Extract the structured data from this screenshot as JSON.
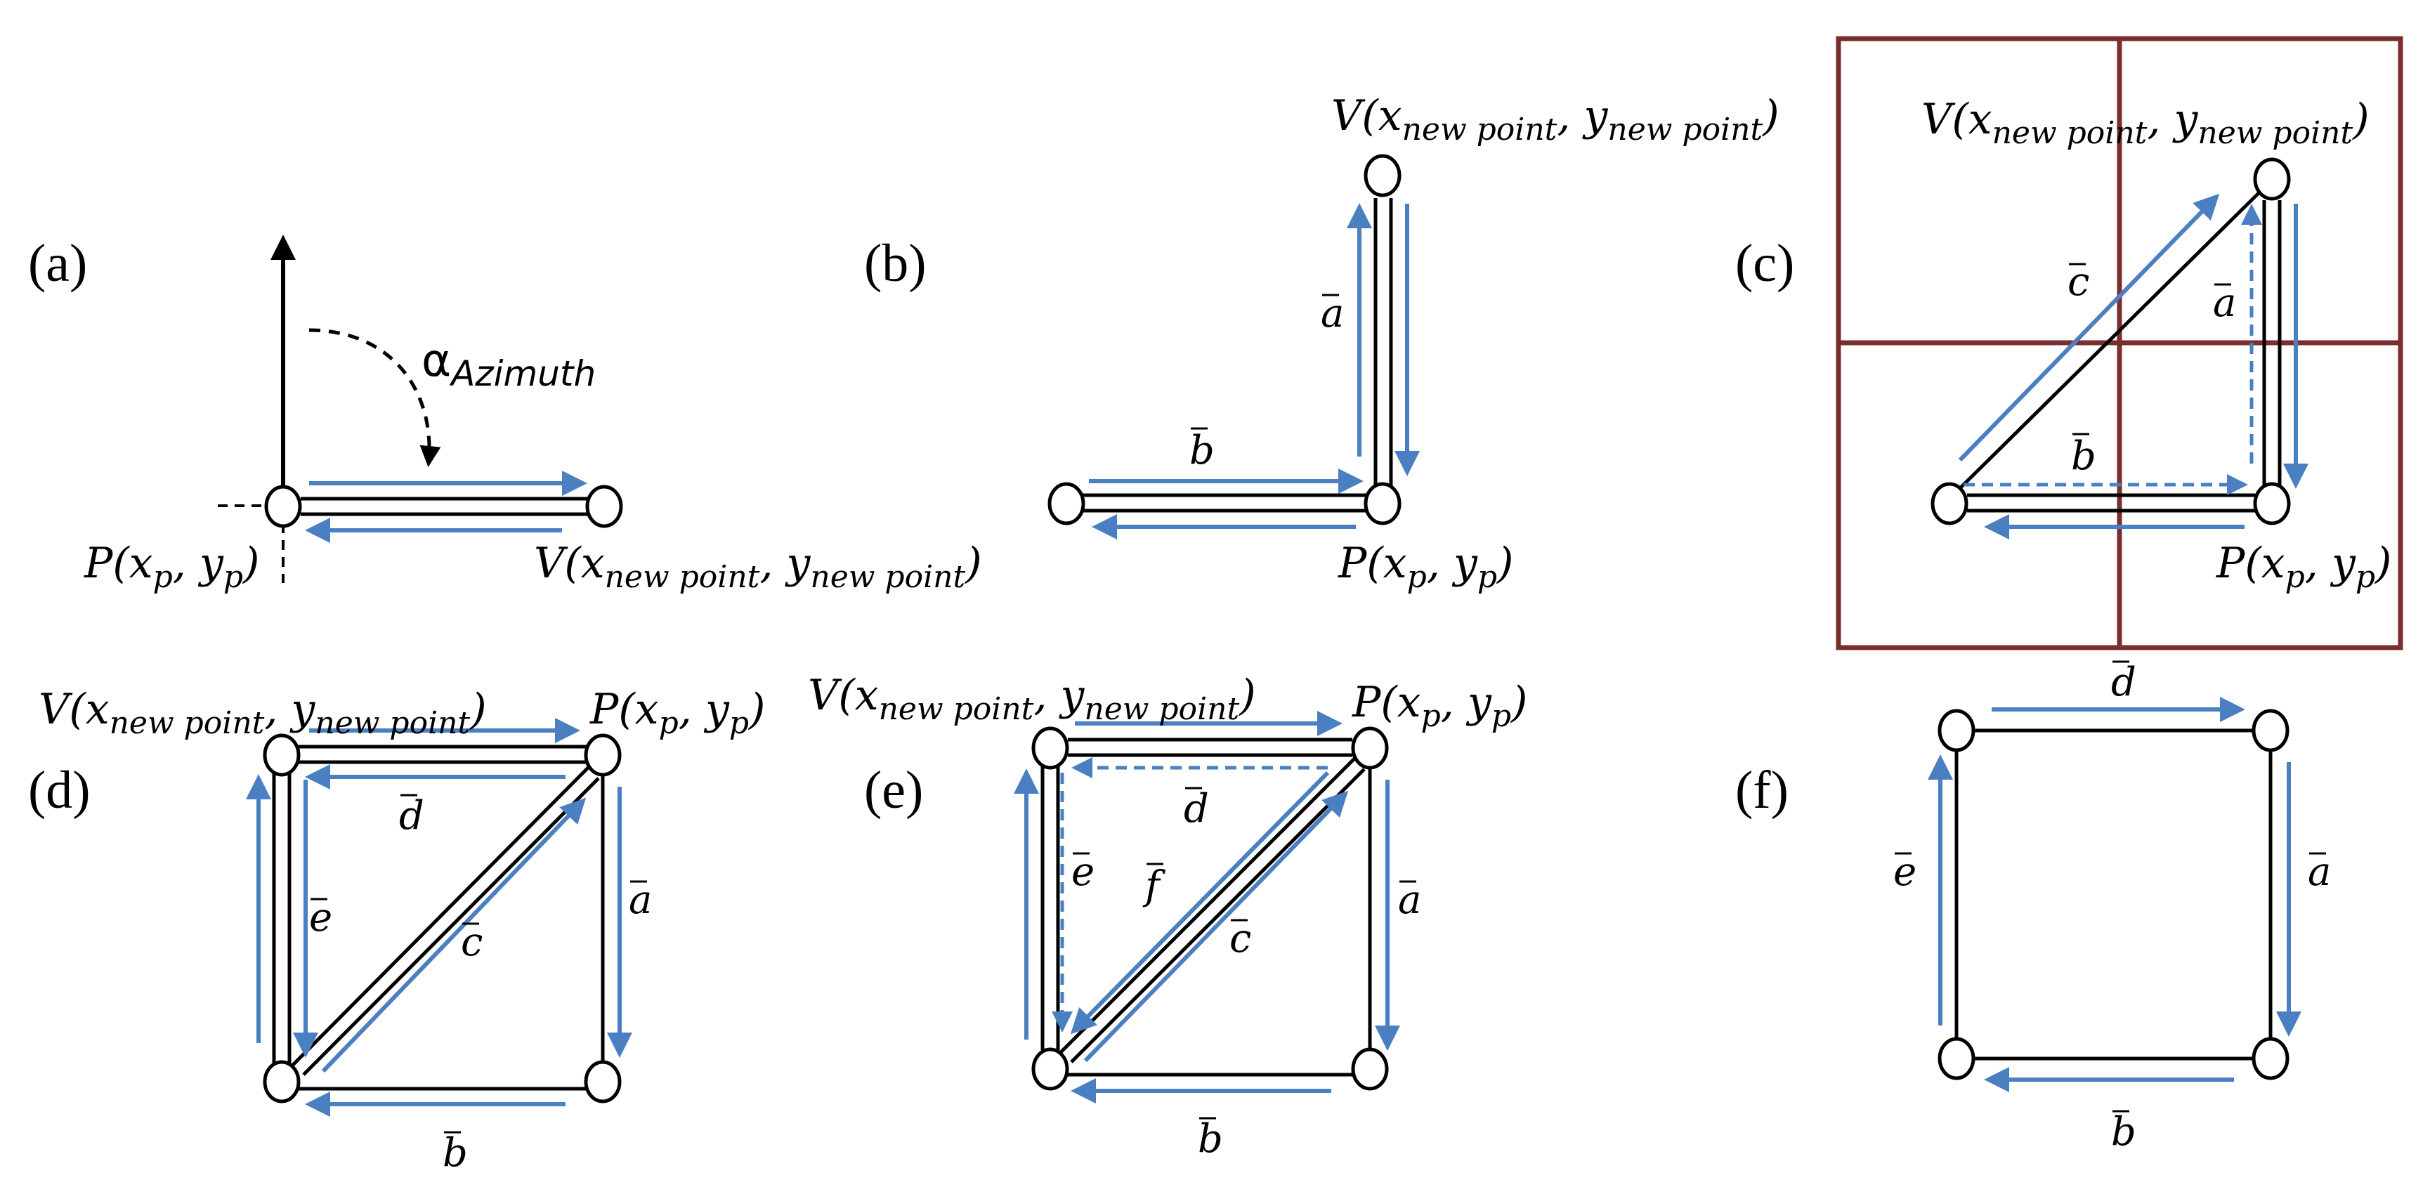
{
  "colors": {
    "arrow": "#4a7fc1",
    "edge": "#000000",
    "grid": "#7a2e2e"
  },
  "panels": {
    "a": {
      "label": "(a)",
      "azimuth": "α",
      "azimuth_sub": "Azimuth",
      "p_label": "P(x",
      "p_sub1": "p",
      "p_mid": ", y",
      "p_sub2": "p",
      "p_end": ")",
      "v_label": "V(x",
      "v_sub1": "new point",
      "v_mid": ", y",
      "v_sub2": "new point",
      "v_end": ")"
    },
    "b": {
      "label": "(b)",
      "vec_a": "a",
      "vec_b": "b"
    },
    "c": {
      "label": "(c)",
      "vec_a": "a",
      "vec_b": "b",
      "vec_c": "c"
    },
    "d": {
      "label": "(d)",
      "vec_a": "a",
      "vec_b": "b",
      "vec_c": "c",
      "vec_d": "d",
      "vec_e": "e"
    },
    "e": {
      "label": "(e)",
      "vec_a": "a",
      "vec_b": "b",
      "vec_c": "c",
      "vec_d": "d",
      "vec_e": "e",
      "vec_f": "f"
    },
    "f": {
      "label": "(f)",
      "vec_a": "a",
      "vec_b": "b",
      "vec_d": "d",
      "vec_e": "e"
    }
  },
  "point_labels": {
    "p_pre": "P(x",
    "p_sub1": "p",
    "p_mid": ", y",
    "p_sub2": "p",
    "p_end": ")",
    "v_pre": "V(x",
    "v_sub1": "new point",
    "v_mid": ", y",
    "v_sub2": "new point",
    "v_end": ")"
  }
}
